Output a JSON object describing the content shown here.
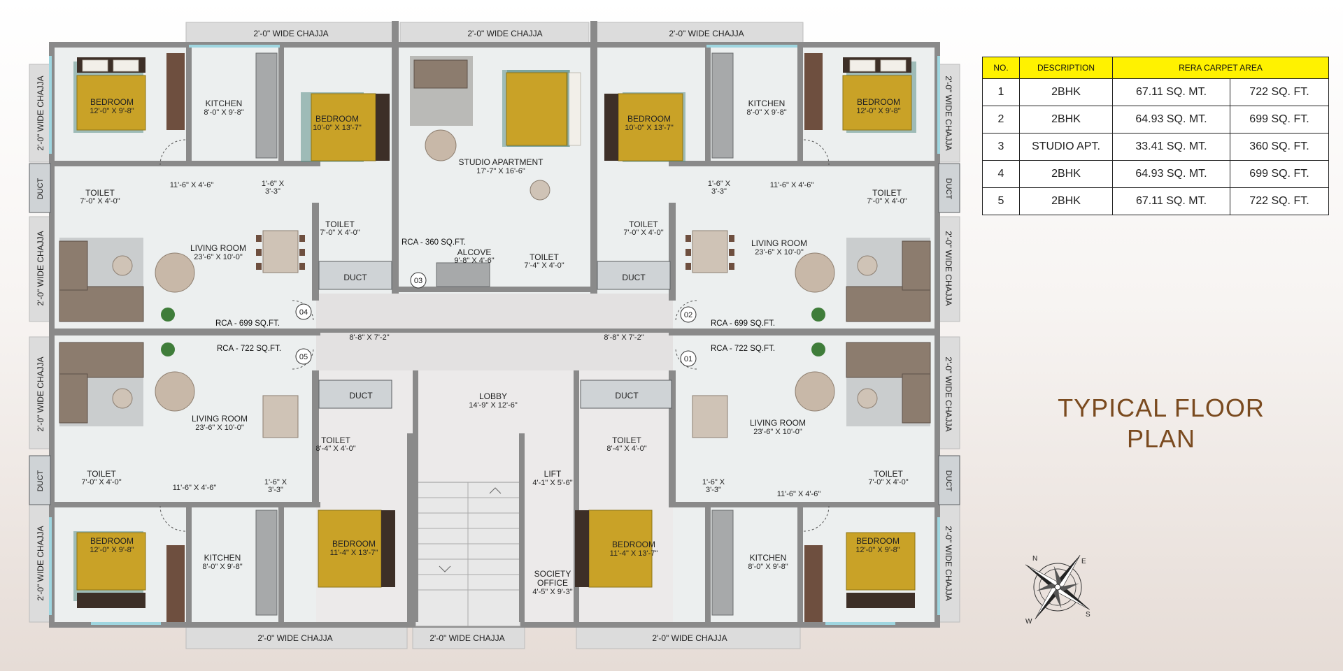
{
  "plan": {
    "chajja": {
      "top": [
        "2'-0\" WIDE CHAJJA",
        "2'-0\" WIDE CHAJJA",
        "2'-0\" WIDE CHAJJA"
      ],
      "bottom": [
        "2'-0\" WIDE CHAJJA",
        "2'-0\" WIDE CHAJJA",
        "2'-0\" WIDE CHAJJA"
      ],
      "left": [
        "2'-0\" WIDE CHAJJA",
        "2'-0\" WIDE CHAJJA",
        "2'-0\" WIDE CHAJJA",
        "2'-0\" WIDE CHAJJA"
      ],
      "right": [
        "2'-0\" WIDE CHAJJA",
        "2'-0\" WIDE CHAJJA",
        "2'-0\" WIDE CHAJJA",
        "2'-0\" WIDE CHAJJA"
      ]
    },
    "duct": "DUCT",
    "rooms": {
      "bedroom": "BEDROOM",
      "kitchen": "KITCHEN",
      "toilet": "TOILET",
      "living": "LIVING ROOM",
      "studio": "STUDIO APARTMENT",
      "alcove": "ALCOVE",
      "lobby": "LOBBY",
      "lift": "LIFT",
      "society": "SOCIETY",
      "office": "OFFICE"
    },
    "dims": {
      "bed_12x9": "12'-0\" X 9'-8\"",
      "bed_10x13": "10'-0\" X 13'-7\"",
      "bed_11x13": "11'-4\" X 13'-7\"",
      "kitchen_a": "8'-0\" X 9'-8\"",
      "kitchen_b": "8'-0\" X  9'-8\"",
      "toilet_7x4": "7'-0\" X 4'-0\"",
      "toilet_8x4": "8'-4\" X 4'-0\"",
      "toilet_74": "7'-4\" X 4'-0\"",
      "living": "23'-6\" X 10'-0\"",
      "studio": "17'-7\" X 16'-6\"",
      "alcove": "9'-8\" X 4'-6\"",
      "passage": "11'-6\" X 4'-6\"",
      "small": "1'-6\" X",
      "small2": "3'-3\"",
      "stair": "8'-8\" X 7'-2\"",
      "lobby": "14'-9\" X 12'-6\"",
      "lift": "4'-1\" X 5'-6\"",
      "office": "4'-5\" X 9'-3\""
    },
    "rca": {
      "r360": "RCA - 360 SQ.FT.",
      "r699": "RCA - 699 SQ.FT.",
      "r722": "RCA - 722 SQ.FT."
    },
    "unit_numbers": [
      "01",
      "02",
      "03",
      "04",
      "05"
    ]
  },
  "table": {
    "headers": [
      "NO.",
      "DESCRIPTION",
      "RERA CARPET AREA"
    ],
    "rows": [
      [
        "1",
        "2BHK",
        "67.11 SQ. MT.",
        "722 SQ. FT."
      ],
      [
        "2",
        "2BHK",
        "64.93 SQ. MT.",
        "699 SQ. FT."
      ],
      [
        "3",
        "STUDIO APT.",
        "33.41 SQ. MT.",
        "360 SQ. FT."
      ],
      [
        "4",
        "2BHK",
        "64.93 SQ. MT.",
        "699 SQ. FT."
      ],
      [
        "5",
        "2BHK",
        "67.11 SQ. MT.",
        "722 SQ. FT."
      ]
    ]
  },
  "title": {
    "line1": "TYPICAL FLOOR",
    "line2": "PLAN"
  },
  "compass": {
    "n": "N",
    "e": "E",
    "s": "S",
    "w": "W"
  },
  "colors": {
    "title": "#7a4a1f",
    "table_header": "#fff200",
    "bed": "#c9a227"
  }
}
